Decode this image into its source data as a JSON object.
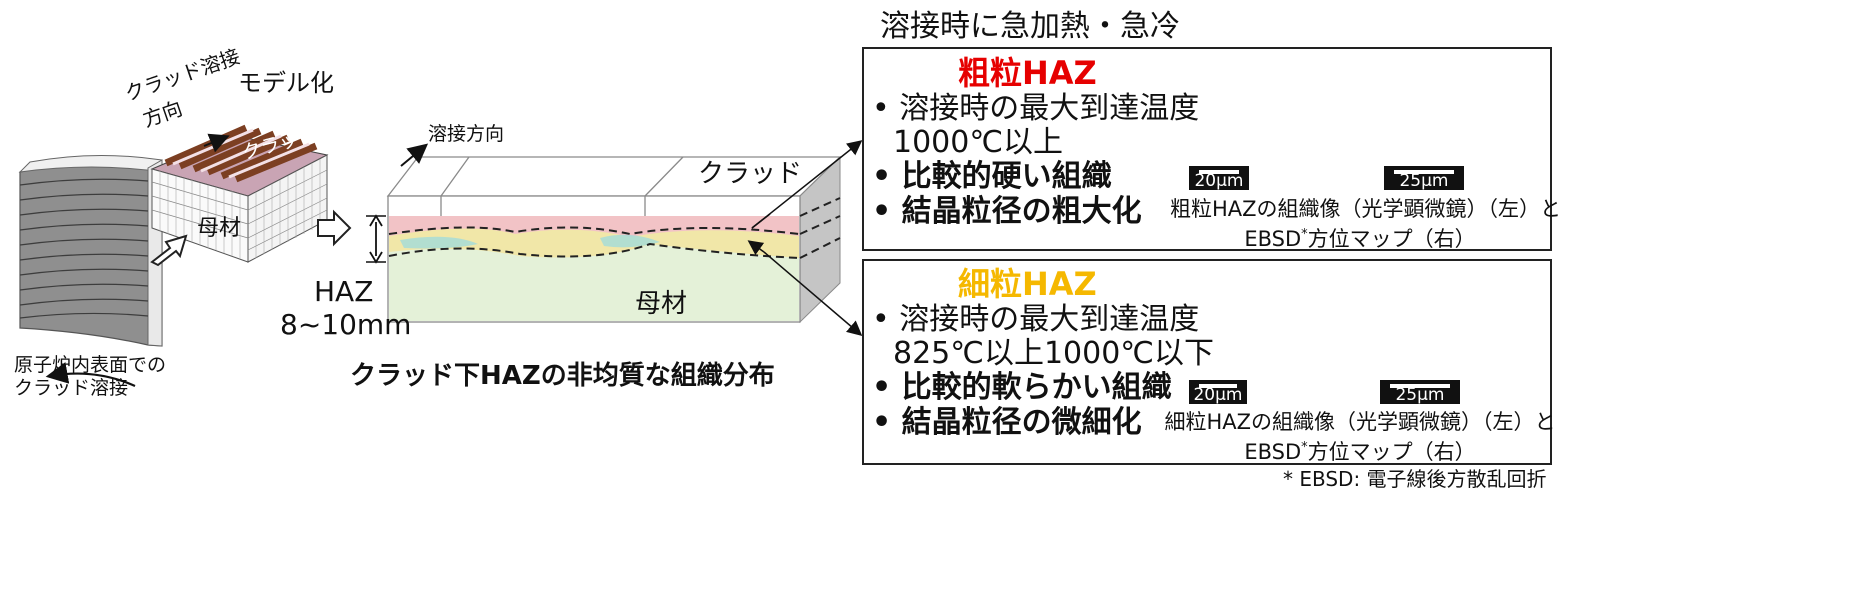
{
  "left": {
    "caption_line1": "原子炉内表面での",
    "caption_line2": "クラッド溶接",
    "weld_dir_line1": "クラッド溶接",
    "weld_dir_line2": "方向",
    "model_label": "モデル化",
    "clad_label": "クラッド",
    "base_label": "母材"
  },
  "center": {
    "weld_dir": "溶接方向",
    "clad_label": "クラッド",
    "base_label": "母材",
    "haz_label": "HAZ",
    "haz_size": "8~10mm",
    "title": "クラッド下HAZの非均質な組織分布"
  },
  "right": {
    "header": "溶接時に急加熱・急冷",
    "coarse": {
      "title": "粗粒HAZ",
      "title_color": "#e60000",
      "b1_line1": "• 溶接時の最大到達温度",
      "b1_line2": "1000℃以上",
      "b2": "• 比較的硬い組織",
      "b3": "• 結晶粒径の粗大化",
      "scale_left": "20μm",
      "scale_right": "25μm",
      "caption_line1": "粗粒HAZの組織像（光学顕微鏡）（左）と",
      "caption_line2_a": "EBSD",
      "caption_line2_sup": "*",
      "caption_line2_b": "方位マップ（右）"
    },
    "fine": {
      "title": "細粒HAZ",
      "title_color": "#f5b800",
      "b1_line1": "• 溶接時の最大到達温度",
      "b1_line2": "825℃以上1000℃以下",
      "b2": "• 比較的軟らかい組織",
      "b3": "• 結晶粒径の微細化",
      "scale_left": "20μm",
      "scale_right": "25μm",
      "caption_line1": "細粒HAZの組織像（光学顕微鏡）（左）と",
      "caption_line2_a": "EBSD",
      "caption_line2_sup": "*",
      "caption_line2_b": "方位マップ（右）"
    },
    "footnote": "* EBSD: 電子線後方散乱回折"
  }
}
